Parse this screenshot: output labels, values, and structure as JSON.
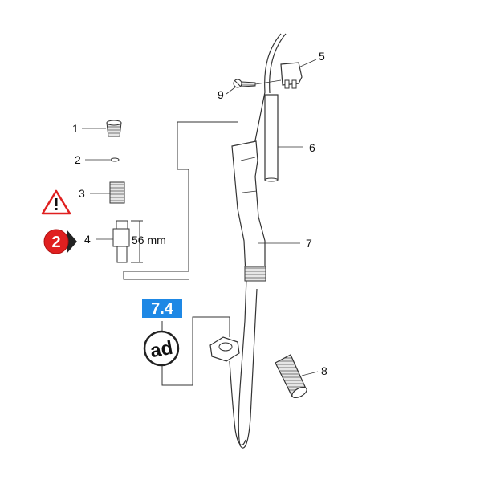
{
  "callouts": {
    "p1": "1",
    "p2": "2",
    "p3": "3",
    "p4": "4",
    "p5": "5",
    "p6": "6",
    "p7": "7",
    "p8": "8",
    "p9": "9"
  },
  "dimension_label": "56 mm",
  "step_badge": {
    "label": "2",
    "color": "#e02020"
  },
  "warning_icon": {
    "name": "warning-triangle-icon",
    "color": "#e02020"
  },
  "section_ref": {
    "label": "7.4",
    "color": "#1e88e5"
  },
  "service_badge": {
    "label": "ad"
  }
}
